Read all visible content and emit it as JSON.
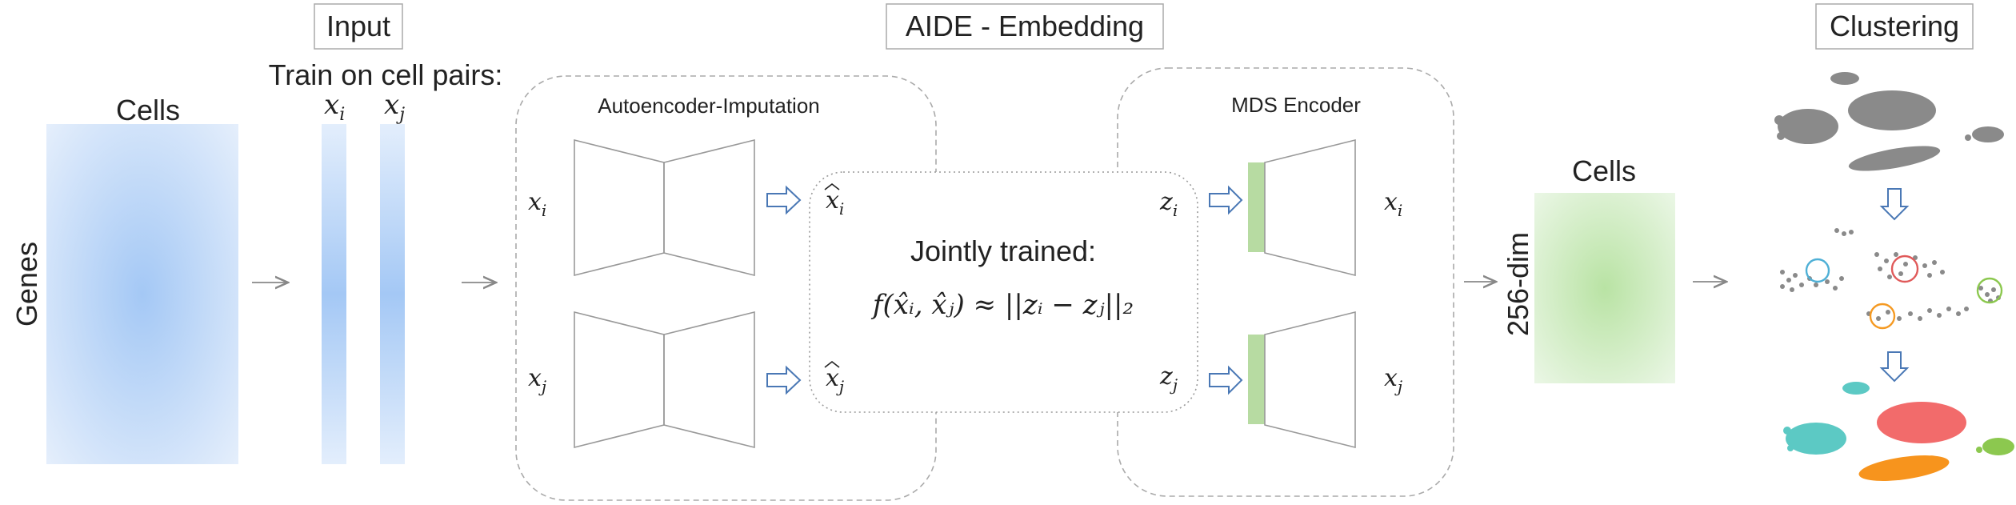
{
  "colors": {
    "blue": "#a4c8f5",
    "green": "#b9e3a4",
    "green_bar": "#b7dba2",
    "gray_points": "#8a8a8a",
    "arrow_blue": "#4a78b5",
    "cluster_cyan": "#5cc9c4",
    "cluster_red": "#f26b6b",
    "cluster_orange": "#f7941d",
    "cluster_green": "#8cc84f",
    "circle_blue": "#4fb0d6",
    "circle_red": "#e05a5a",
    "circle_orange": "#f59a23",
    "circle_green": "#8cc84f"
  },
  "titles": {
    "input": "Input",
    "aide": "AIDE - Embedding",
    "clustering": "Clustering"
  },
  "input_section": {
    "train_label": "Train on cell pairs:",
    "cells_label": "Cells",
    "genes_label": "Genes",
    "xi": "x",
    "xi_sub": "i",
    "xj": "x",
    "xj_sub": "j"
  },
  "autoencoder": {
    "title": "Autoencoder-Imputation",
    "xi": "x",
    "xi_sub": "i",
    "xj": "x",
    "xj_sub": "j",
    "hat_xi": "x",
    "hat_xi_sub": "i",
    "hat_xj": "x",
    "hat_xj_sub": "j"
  },
  "mds": {
    "title": "MDS Encoder",
    "xi": "x",
    "xi_sub": "i",
    "xj": "x",
    "xj_sub": "j",
    "zi": "z",
    "zi_sub": "i",
    "zj": "z",
    "zj_sub": "j"
  },
  "joint": {
    "title": "Jointly trained:",
    "formula": "f(x̂ᵢ, x̂ⱼ) ≈ ||zᵢ − zⱼ||₂"
  },
  "embedding": {
    "cells_label": "Cells",
    "dim_label": "256-dim"
  }
}
